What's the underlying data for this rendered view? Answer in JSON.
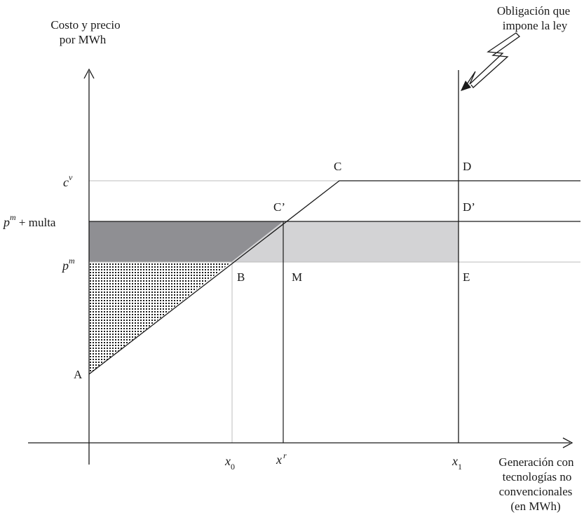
{
  "diagram": {
    "y_axis_title": [
      "Costo y precio",
      "por MWh"
    ],
    "x_axis_title": [
      "Generación con",
      "tecnologías no",
      "convencionales",
      "(en MWh)"
    ],
    "law_annotation": [
      "Obligación que",
      "impone la ley"
    ],
    "y_ticks": {
      "cv": {
        "base": "c",
        "sup": "v"
      },
      "pm_multa": {
        "base": "p",
        "sup": "m",
        "suffix": " + multa"
      },
      "pm": {
        "base": "p",
        "sup": "m"
      }
    },
    "x_ticks": {
      "x0": {
        "base": "x",
        "sub": "0"
      },
      "xr": {
        "base": "x",
        "sup": "r"
      },
      "x1": {
        "base": "x",
        "sub": "1"
      }
    },
    "points": {
      "A": "A",
      "B": "B",
      "C": "C",
      "Cprime": "C’",
      "D": "D",
      "Dprime": "D’",
      "M": "M",
      "E": "E"
    },
    "colors": {
      "dark_fill": "#8f8f93",
      "light_fill": "#d3d3d5",
      "dot_pattern": "#1a1a1a",
      "line": "#1a1a1a",
      "guide": "#bdbdbd"
    }
  }
}
